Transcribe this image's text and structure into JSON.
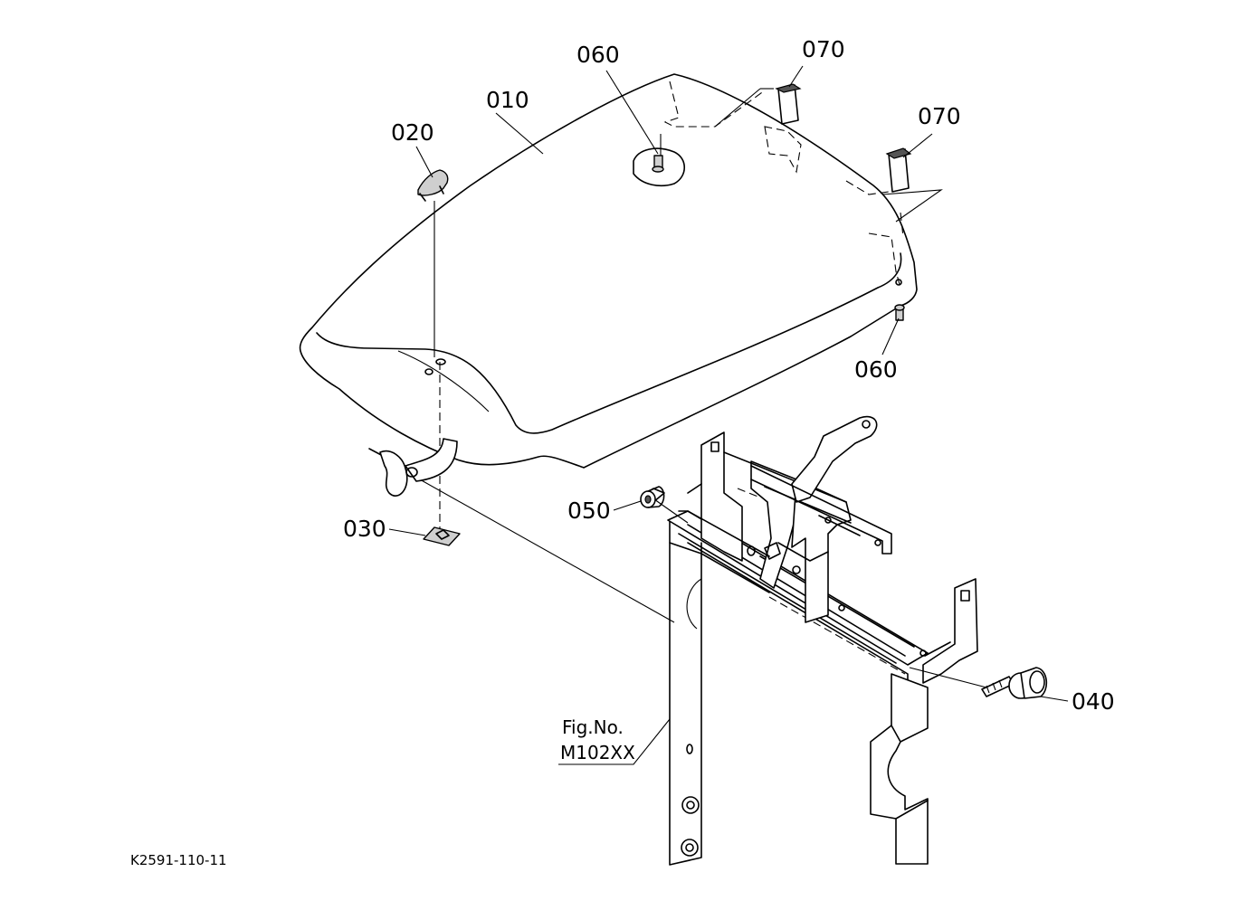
{
  "diagram": {
    "parts": [
      {
        "id": "010",
        "label": "010",
        "icon": "cover-panel-icon"
      },
      {
        "id": "020",
        "label": "020",
        "icon": "cap-icon"
      },
      {
        "id": "030",
        "label": "030",
        "icon": "retainer-clip-icon"
      },
      {
        "id": "040",
        "label": "040",
        "icon": "flange-bolt-icon"
      },
      {
        "id": "050",
        "label": "050",
        "icon": "collar-icon"
      },
      {
        "id": "060a",
        "label": "060",
        "icon": "screw-icon"
      },
      {
        "id": "060b",
        "label": "060",
        "icon": "screw-icon"
      },
      {
        "id": "070a",
        "label": "070",
        "icon": "cushion-pad-icon"
      },
      {
        "id": "070b",
        "label": "070",
        "icon": "cushion-pad-icon"
      }
    ],
    "figure_reference": {
      "line1": "Fig.No.",
      "line2": "M102XX"
    },
    "drawing_number": "K2591-110-11"
  }
}
